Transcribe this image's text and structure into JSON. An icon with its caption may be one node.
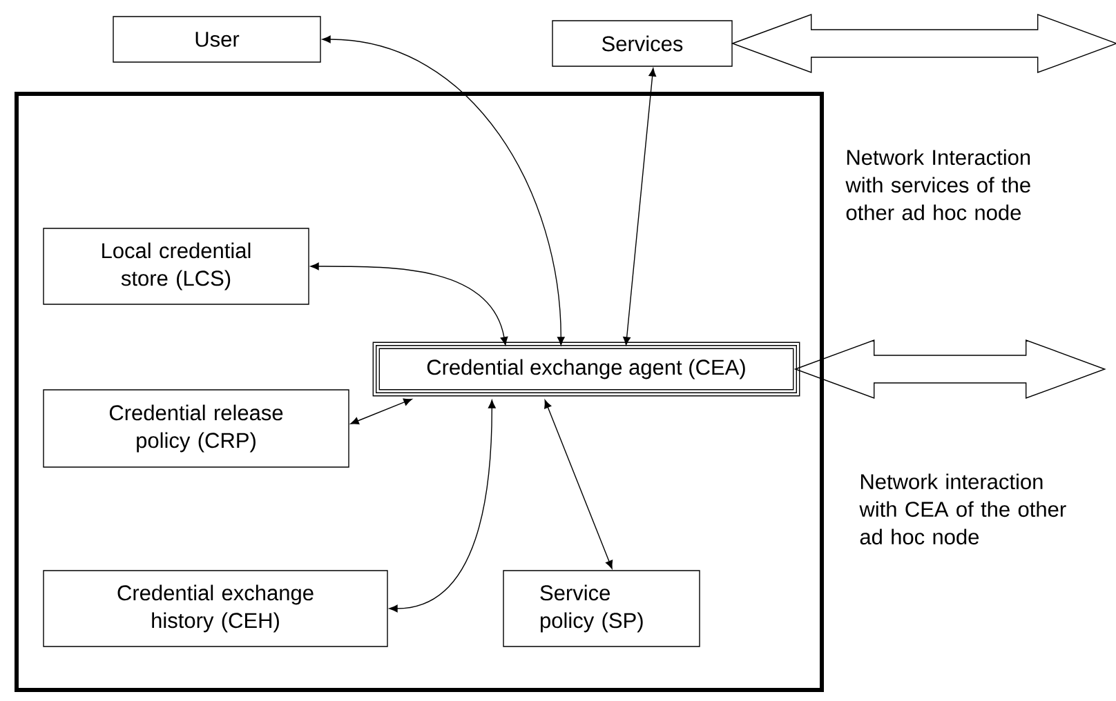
{
  "diagram": {
    "nodes": [
      {
        "text": [
          "User"
        ]
      },
      {
        "text": [
          "Services"
        ]
      },
      {
        "text": [],
        "shape": "box"
      },
      {
        "text": [
          "Local credential store (LCS)"
        ],
        "in": 2
      },
      {
        "text": [
          "Credential exchange agent (CEA)"
        ],
        "in": 2
      },
      {
        "text": [
          "Credential release policy (CRP)"
        ],
        "in": 2
      },
      {
        "text": [
          "Credential exchange history (CEH)"
        ],
        "in": 2
      },
      {
        "text": [
          "Service policy (SP)"
        ],
        "in": 2
      }
    ],
    "edges": [
      {
        "from": 0,
        "to": 4,
        "arrow": "both"
      },
      {
        "from": 1,
        "to": 4,
        "arrow": "both"
      },
      {
        "from": 3,
        "to": 4,
        "arrow": "both"
      },
      {
        "from": 5,
        "to": 4,
        "arrow": "both"
      },
      {
        "from": 6,
        "to": 4,
        "arrow": "both"
      },
      {
        "from": 7,
        "to": 4,
        "arrow": "both"
      },
      {
        "from": 1,
        "to": null,
        "arrow": "both",
        "style": "thick"
      },
      {
        "from": 4,
        "to": null,
        "arrow": "both",
        "style": "thick"
      }
    ],
    "labels": [
      "Network Interaction with services of the other ad hoc node",
      "Network interaction with CEA of the other ad hoc node"
    ]
  }
}
